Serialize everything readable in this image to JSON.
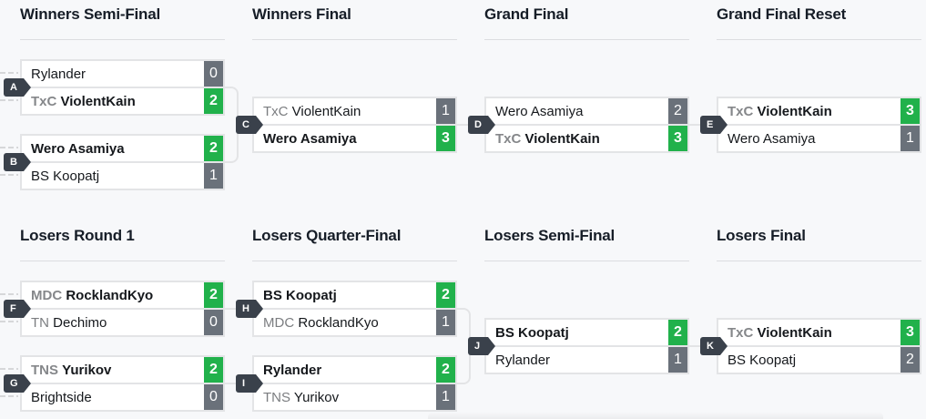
{
  "colors": {
    "background": "#f7f8fa",
    "winner_score": "#21b14b",
    "loser_score": "#6a717a",
    "badge": "#3a414b",
    "border": "#e3e4e6"
  },
  "winners_bracket": {
    "rounds": [
      {
        "title": "Winners Semi-Final",
        "matches": [
          {
            "id": "A",
            "top": {
              "prefix": "",
              "name": "Rylander",
              "score": "0",
              "winner": false
            },
            "bottom": {
              "prefix": "TxC",
              "name": "ViolentKain",
              "score": "2",
              "winner": true
            }
          },
          {
            "id": "B",
            "top": {
              "prefix": "",
              "name": "Wero Asamiya",
              "score": "2",
              "winner": true
            },
            "bottom": {
              "prefix": "",
              "name": "BS Koopatj",
              "score": "1",
              "winner": false
            }
          }
        ]
      },
      {
        "title": "Winners Final",
        "matches": [
          {
            "id": "C",
            "top": {
              "prefix": "TxC",
              "name": "ViolentKain",
              "score": "1",
              "winner": false
            },
            "bottom": {
              "prefix": "",
              "name": "Wero Asamiya",
              "score": "3",
              "winner": true
            }
          }
        ]
      },
      {
        "title": "Grand Final",
        "matches": [
          {
            "id": "D",
            "top": {
              "prefix": "",
              "name": "Wero Asamiya",
              "score": "2",
              "winner": false
            },
            "bottom": {
              "prefix": "TxC",
              "name": "ViolentKain",
              "score": "3",
              "winner": true
            }
          }
        ]
      },
      {
        "title": "Grand Final Reset",
        "matches": [
          {
            "id": "E",
            "top": {
              "prefix": "TxC",
              "name": "ViolentKain",
              "score": "3",
              "winner": true
            },
            "bottom": {
              "prefix": "",
              "name": "Wero Asamiya",
              "score": "1",
              "winner": false
            }
          }
        ]
      }
    ]
  },
  "losers_bracket": {
    "rounds": [
      {
        "title": "Losers Round 1",
        "matches": [
          {
            "id": "F",
            "top": {
              "prefix": "MDC",
              "name": "RocklandKyo",
              "score": "2",
              "winner": true
            },
            "bottom": {
              "prefix": "TN",
              "name": "Dechimo",
              "score": "0",
              "winner": false
            }
          },
          {
            "id": "G",
            "top": {
              "prefix": "TNS",
              "name": "Yurikov",
              "score": "2",
              "winner": true
            },
            "bottom": {
              "prefix": "",
              "name": "Brightside",
              "score": "0",
              "winner": false
            }
          }
        ]
      },
      {
        "title": "Losers Quarter-Final",
        "matches": [
          {
            "id": "H",
            "top": {
              "prefix": "",
              "name": "BS Koopatj",
              "score": "2",
              "winner": true
            },
            "bottom": {
              "prefix": "MDC",
              "name": "RocklandKyo",
              "score": "1",
              "winner": false
            }
          },
          {
            "id": "I",
            "top": {
              "prefix": "",
              "name": "Rylander",
              "score": "2",
              "winner": true
            },
            "bottom": {
              "prefix": "TNS",
              "name": "Yurikov",
              "score": "1",
              "winner": false
            }
          }
        ]
      },
      {
        "title": "Losers Semi-Final",
        "matches": [
          {
            "id": "J",
            "top": {
              "prefix": "",
              "name": "BS Koopatj",
              "score": "2",
              "winner": true
            },
            "bottom": {
              "prefix": "",
              "name": "Rylander",
              "score": "1",
              "winner": false
            }
          }
        ]
      },
      {
        "title": "Losers Final",
        "matches": [
          {
            "id": "K",
            "top": {
              "prefix": "TxC",
              "name": "ViolentKain",
              "score": "3",
              "winner": true
            },
            "bottom": {
              "prefix": "",
              "name": "BS Koopatj",
              "score": "2",
              "winner": false
            }
          }
        ]
      }
    ]
  }
}
